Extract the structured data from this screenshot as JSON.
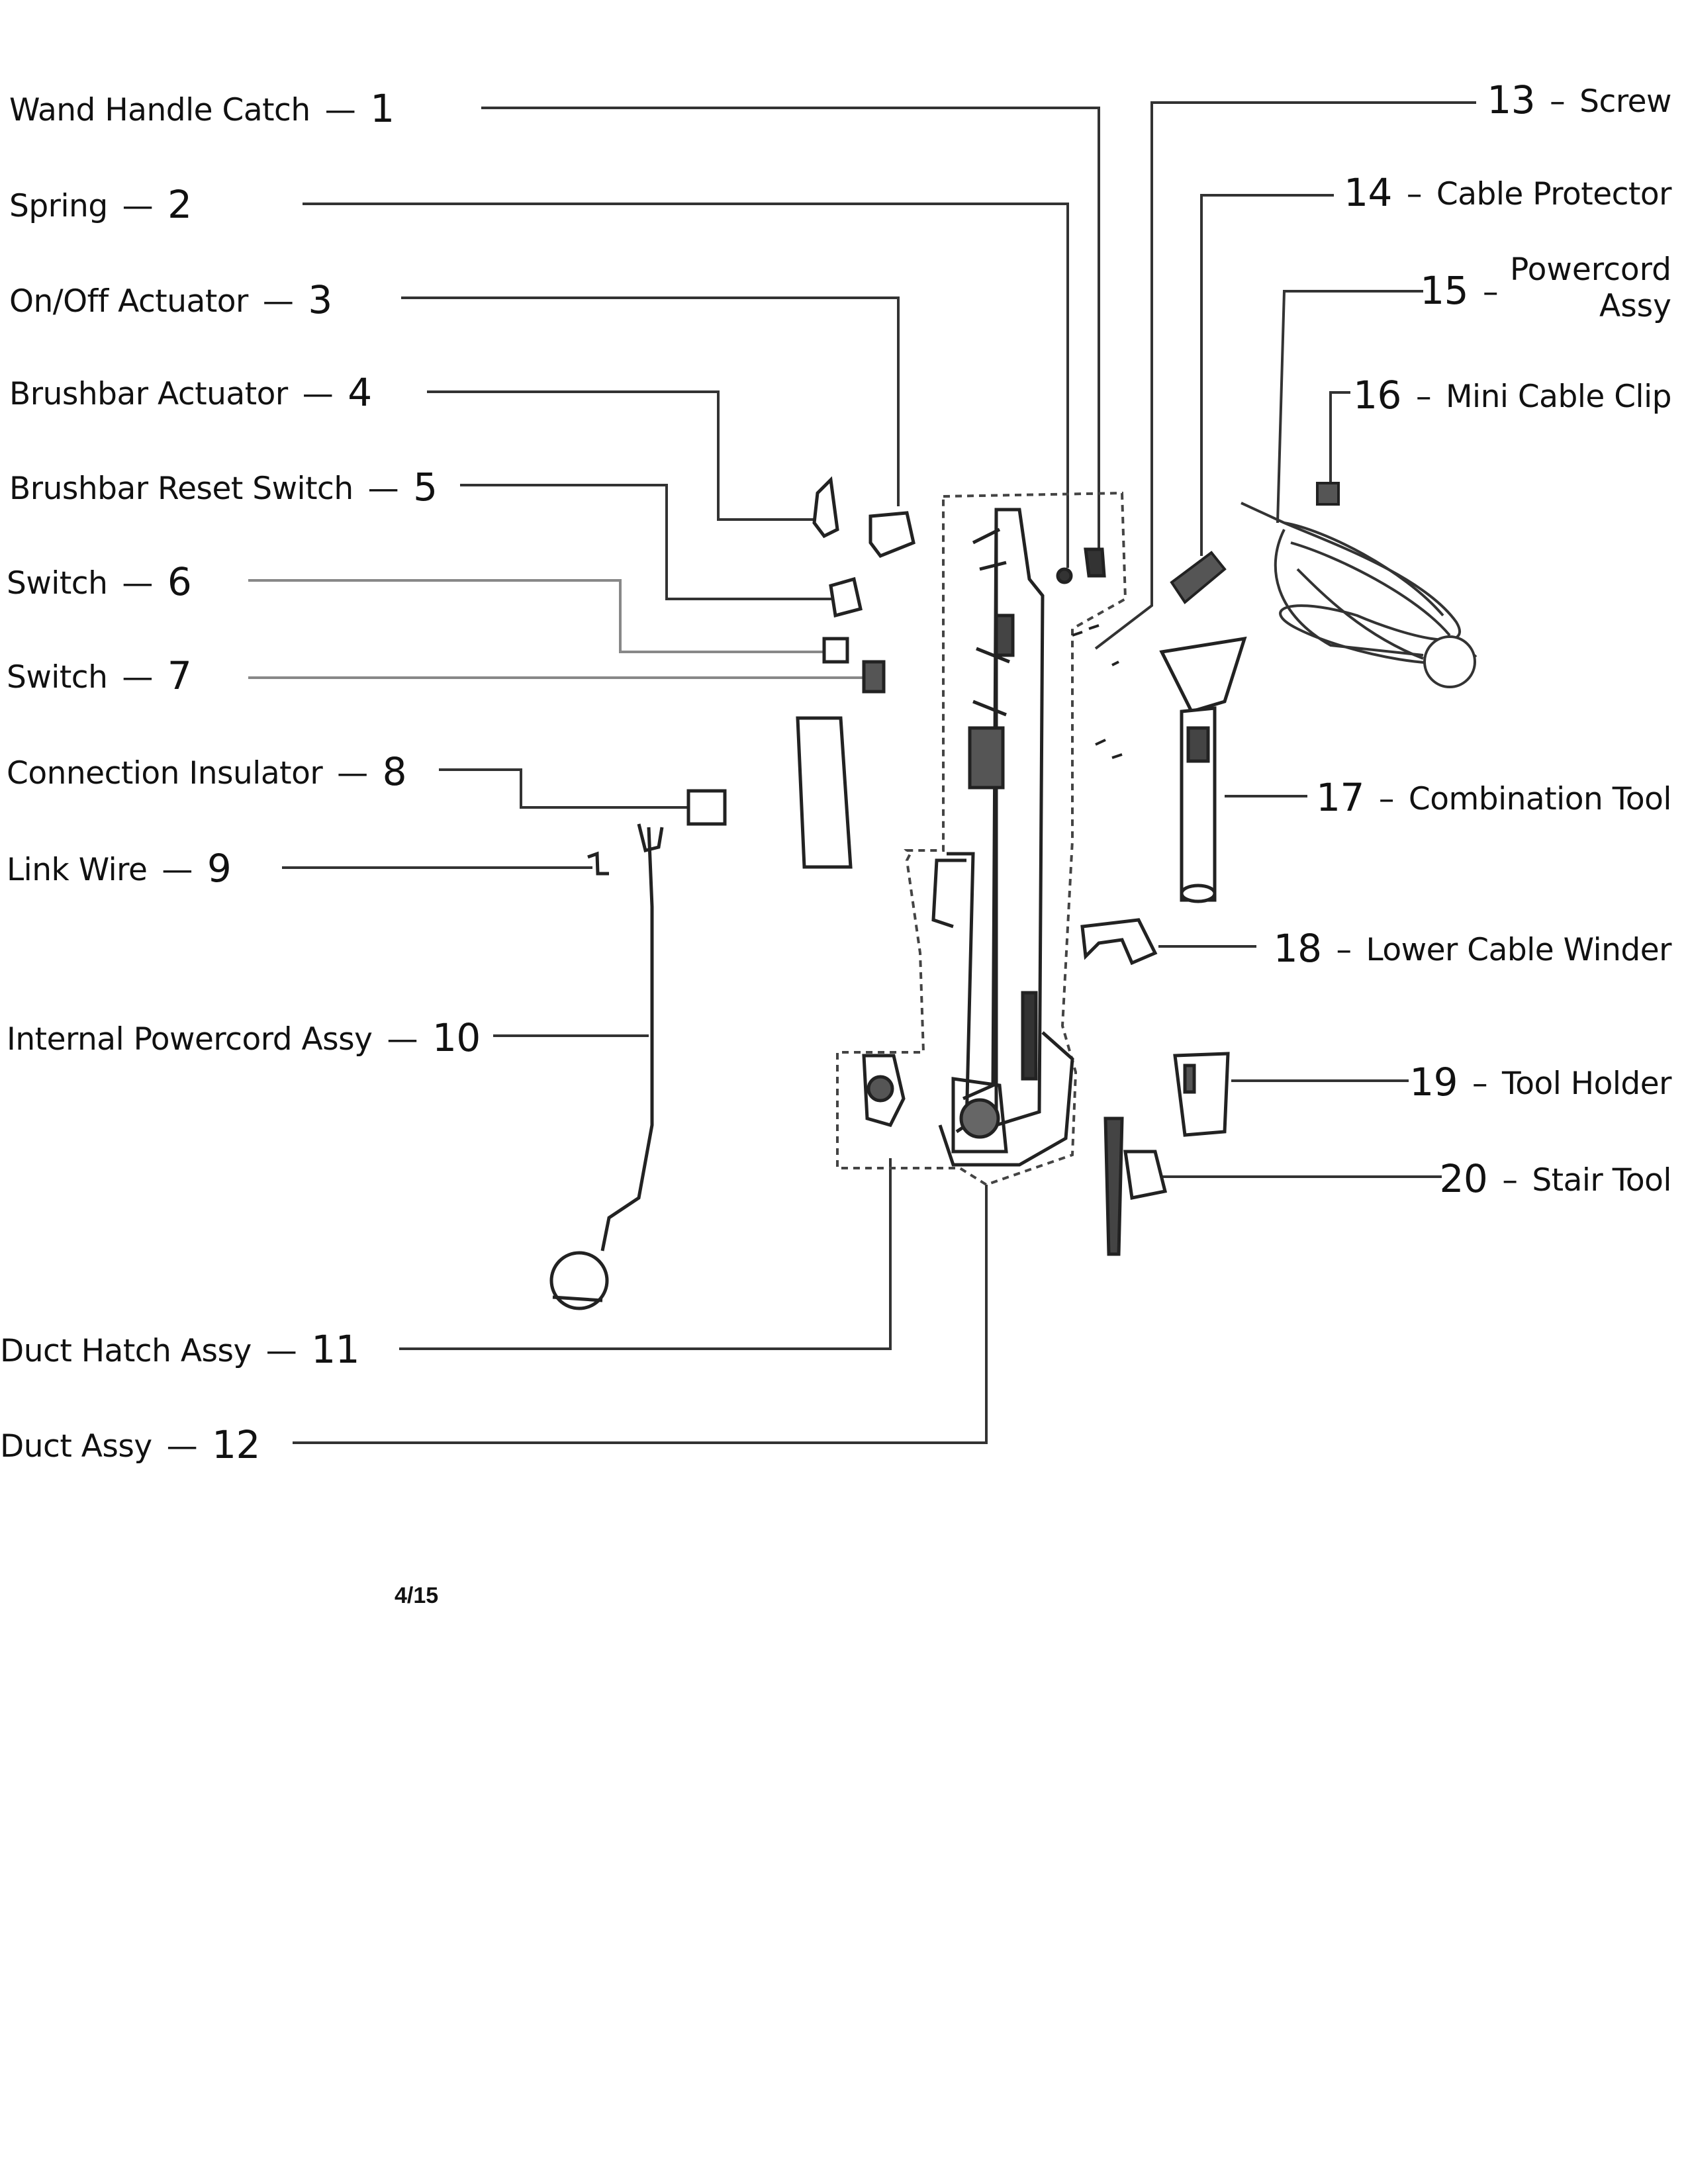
{
  "parts": [
    {
      "num": "1",
      "name": "Wand Handle Catch"
    },
    {
      "num": "2",
      "name": "Spring"
    },
    {
      "num": "3",
      "name": "On/Off Actuator"
    },
    {
      "num": "4",
      "name": "Brushbar Actuator"
    },
    {
      "num": "5",
      "name": "Brushbar Reset Switch"
    },
    {
      "num": "6",
      "name": "Switch"
    },
    {
      "num": "7",
      "name": "Switch"
    },
    {
      "num": "8",
      "name": "Connection Insulator"
    },
    {
      "num": "9",
      "name": "Link Wire"
    },
    {
      "num": "10",
      "name": "Internal Powercord Assy"
    },
    {
      "num": "11",
      "name": "Duct Hatch Assy"
    },
    {
      "num": "12",
      "name": "Duct Assy"
    },
    {
      "num": "13",
      "name": "Screw"
    },
    {
      "num": "14",
      "name": "Cable Protector"
    },
    {
      "num": "15",
      "name": "Powercord",
      "name2": "Assy"
    },
    {
      "num": "16",
      "name": "Mini Cable Clip"
    },
    {
      "num": "17",
      "name": "Combination Tool"
    },
    {
      "num": "18",
      "name": "Lower Cable Winder"
    },
    {
      "num": "19",
      "name": "Tool Holder"
    },
    {
      "num": "20",
      "name": "Stair Tool"
    }
  ],
  "separators": {
    "left": "—",
    "right": "–"
  },
  "page_number": "4/15"
}
